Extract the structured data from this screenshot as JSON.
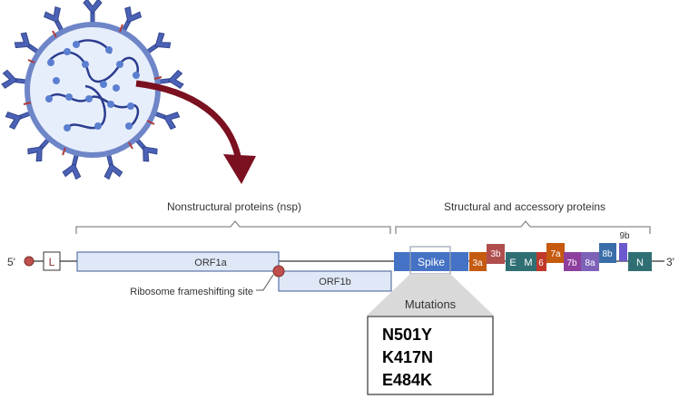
{
  "labels": {
    "nsp": "Nonstructural proteins (nsp)",
    "structural": "Structural and accessory proteins",
    "five_prime": "5'",
    "three_prime": "3'",
    "frameshift": "Ribosome frameshifting site",
    "mutations_title": "Mutations"
  },
  "genes": {
    "L": "L",
    "orf1a": "ORF1a",
    "orf1b": "ORF1b",
    "spike": "Spike",
    "g3a": "3a",
    "g3b": "3b",
    "E": "E",
    "M": "M",
    "g6": "6",
    "g7a": "7a",
    "g7b": "7b",
    "g8a": "8a",
    "g8b": "8b",
    "g9b": "9b",
    "N": "N"
  },
  "mutations": [
    "N501Y",
    "K417N",
    "E484K"
  ],
  "colors": {
    "orf": "#dfe8f7",
    "orf_border": "#3c5a96",
    "spike": "#4472c4",
    "g3a": "#c55a11",
    "g3b": "#b04e4e",
    "teal": "#2f6f73",
    "g6": "#c0392b",
    "g7a": "#c55a11",
    "g7b": "#8e3f9e",
    "g8a": "#7d62b8",
    "g8b": "#3b6ea8",
    "g9b": "#6a5acd",
    "N": "#2f6f73",
    "arrow": "#7b1020",
    "virus_envelope": "#6e86c8",
    "virus_spike": "#4b62b6",
    "virus_inner": "#e7eefb",
    "rna": "#2b3d8f"
  }
}
